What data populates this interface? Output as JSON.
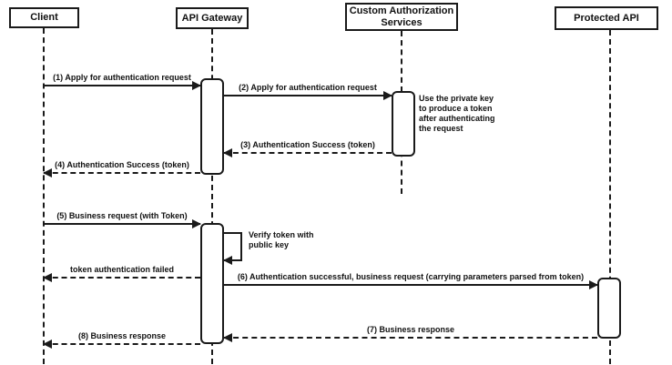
{
  "diagram_type": "sequence-diagram",
  "actors": [
    {
      "name": "Client"
    },
    {
      "name": "API Gateway"
    },
    {
      "name": "Custom Authorization Services"
    },
    {
      "name": "Protected API"
    }
  ],
  "messages": [
    {
      "label": "(1) Apply for authentication request",
      "from": "Client",
      "to": "API Gateway",
      "line": "solid"
    },
    {
      "label": "(2) Apply for authentication request",
      "from": "API Gateway",
      "to": "Custom Authorization Services",
      "line": "solid"
    },
    {
      "label": "(3) Authentication Success (token)",
      "from": "Custom Authorization Services",
      "to": "API Gateway",
      "line": "dashed"
    },
    {
      "label": "(4) Authentication Success (token)",
      "from": "API Gateway",
      "to": "Client",
      "line": "dashed"
    },
    {
      "label": "(5) Business request (with Token)",
      "from": "Client",
      "to": "API Gateway",
      "line": "solid"
    },
    {
      "label": "Verify token with public key",
      "from": "API Gateway",
      "to": "API Gateway",
      "line": "solid"
    },
    {
      "label": "token authentication failed",
      "from": "API Gateway",
      "to": "Client",
      "line": "dashed"
    },
    {
      "label": "(6) Authentication successful, business request (carrying parameters parsed from token)",
      "from": "API Gateway",
      "to": "Protected API",
      "line": "solid"
    },
    {
      "label": "(7) Business response",
      "from": "Protected API",
      "to": "API Gateway",
      "line": "dashed"
    },
    {
      "label": "(8) Business response",
      "from": "API Gateway",
      "to": "Client",
      "line": "dashed"
    }
  ],
  "note": {
    "text": "Use the private key to produce a token after authenticating the request"
  },
  "colors": {
    "line": "#1a1a1a",
    "background": "#ffffff",
    "text": "#111111"
  }
}
